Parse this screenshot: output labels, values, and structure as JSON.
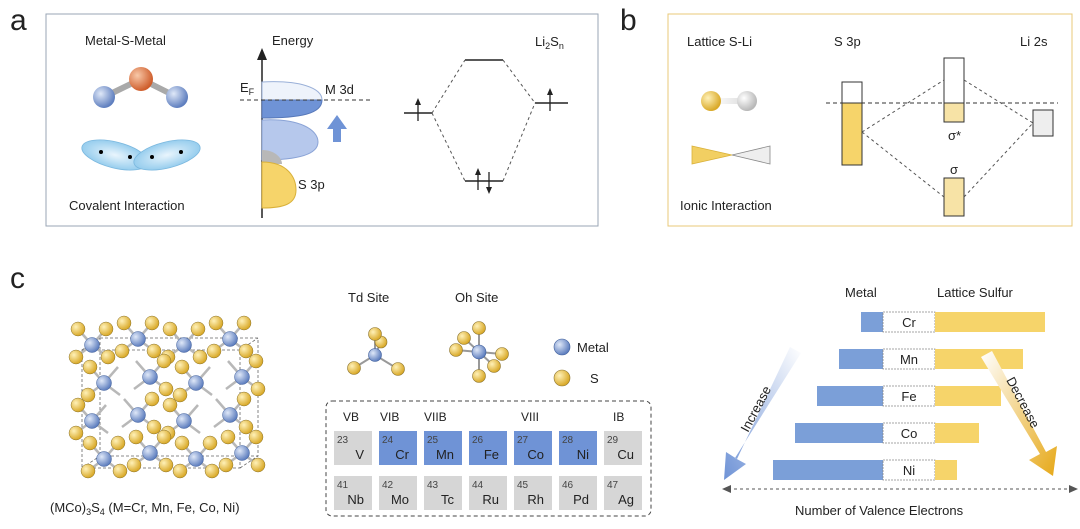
{
  "panel_a": {
    "letter": "a",
    "metal_s_metal": "Metal-S-Metal",
    "covalent": "Covalent Interaction",
    "energy": "Energy",
    "ef_main": "E",
    "ef_sub": "F",
    "m3d": "M 3d",
    "s3p": "S 3p",
    "li2sn_main": "Li",
    "li2sn_sub1": "2",
    "li2sn_mid": "S",
    "li2sn_sub2": "n"
  },
  "panel_b": {
    "letter": "b",
    "lattice_sli": "Lattice S-Li",
    "s3p": "S 3p",
    "li2s": "Li 2s",
    "ionic": "Ionic Interaction",
    "sigma_star": "σ*",
    "sigma": "σ"
  },
  "panel_c": {
    "letter": "c",
    "formula_a": "(MCo)",
    "formula_sub1": "3",
    "formula_b": "S",
    "formula_sub2": "4",
    "formula_c": " (M=Cr, Mn, Fe, Co, Ni)",
    "td_site": "Td Site",
    "oh_site": "Oh Site",
    "legend_metal": "Metal",
    "legend_s": "S",
    "groups": [
      "VB",
      "VIB",
      "VIIB",
      "VIII",
      "IB"
    ],
    "table_row1": [
      {
        "num": "23",
        "sym": "V",
        "hl": false
      },
      {
        "num": "24",
        "sym": "Cr",
        "hl": true
      },
      {
        "num": "25",
        "sym": "Mn",
        "hl": true
      },
      {
        "num": "26",
        "sym": "Fe",
        "hl": true
      },
      {
        "num": "27",
        "sym": "Co",
        "hl": true
      },
      {
        "num": "28",
        "sym": "Ni",
        "hl": true
      },
      {
        "num": "29",
        "sym": "Cu",
        "hl": false
      }
    ],
    "table_row2": [
      {
        "num": "41",
        "sym": "Nb"
      },
      {
        "num": "42",
        "sym": "Mo"
      },
      {
        "num": "43",
        "sym": "Tc"
      },
      {
        "num": "44",
        "sym": "Ru"
      },
      {
        "num": "45",
        "sym": "Rh"
      },
      {
        "num": "46",
        "sym": "Pd"
      },
      {
        "num": "47",
        "sym": "Ag"
      }
    ],
    "metal_head": "Metal",
    "sulfur_head": "Lattice Sulfur",
    "increase": "Increase",
    "decrease": "Decrease",
    "valence_axis": "Number of Valence Electrons"
  },
  "chart_data": {
    "type": "bar",
    "categories": [
      "Cr",
      "Mn",
      "Fe",
      "Co",
      "Ni"
    ],
    "series": [
      {
        "name": "Metal",
        "values": [
          1,
          2,
          3,
          4,
          5
        ]
      },
      {
        "name": "Lattice Sulfur",
        "values": [
          5,
          4,
          3,
          2,
          1
        ]
      }
    ]
  },
  "colors": {
    "metal_blue": "#7b9fd8",
    "highlight_blue": "#6f93d6",
    "sulfur_yellow": "#f6d46a",
    "atom_orange": "#e07a45",
    "panel_border": "#9aa6b5",
    "panel_b_border": "#e8c978"
  }
}
